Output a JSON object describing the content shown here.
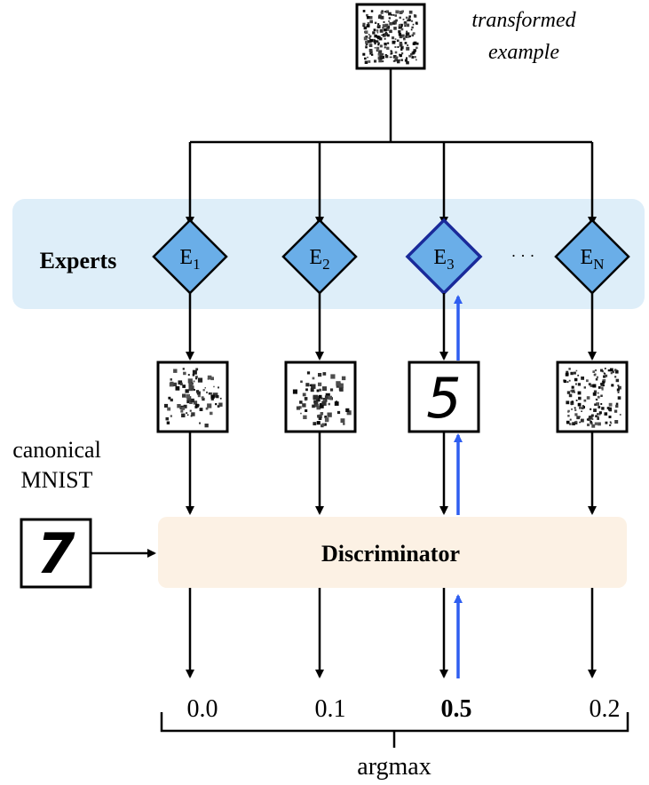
{
  "input": {
    "caption_line1": "transformed",
    "caption_line2": "example"
  },
  "experts": {
    "label": "Experts",
    "items": [
      {
        "letter": "E",
        "sub": "1",
        "highlight": false
      },
      {
        "letter": "E",
        "sub": "2",
        "highlight": false
      },
      {
        "letter": "E",
        "sub": "3",
        "highlight": true
      },
      {
        "letter": "E",
        "sub": "N",
        "highlight": false
      }
    ],
    "ellipsis": "· · ·"
  },
  "outputs": [
    {
      "kind": "noise",
      "digit": ""
    },
    {
      "kind": "noise",
      "digit": ""
    },
    {
      "kind": "digit",
      "digit": "5"
    },
    {
      "kind": "noise",
      "digit": ""
    }
  ],
  "canonical": {
    "label_line1": "canonical",
    "label_line2": "MNIST",
    "digit": "7"
  },
  "discriminator": {
    "label": "Discriminator"
  },
  "scores": [
    {
      "value": "0.0",
      "bold": false
    },
    {
      "value": "0.1",
      "bold": false
    },
    {
      "value": "0.5",
      "bold": true
    },
    {
      "value": "0.2",
      "bold": false
    }
  ],
  "argmax": {
    "label": "argmax"
  },
  "colors": {
    "expert_fill": "#6aaee8",
    "expert_stroke": "#000000",
    "expert_highlight_stroke": "#1a2a9a",
    "experts_band": "#deeef9",
    "discriminator_band": "#fcf1e4",
    "winner_arrow": "#2f5ef0",
    "line": "#000000"
  }
}
